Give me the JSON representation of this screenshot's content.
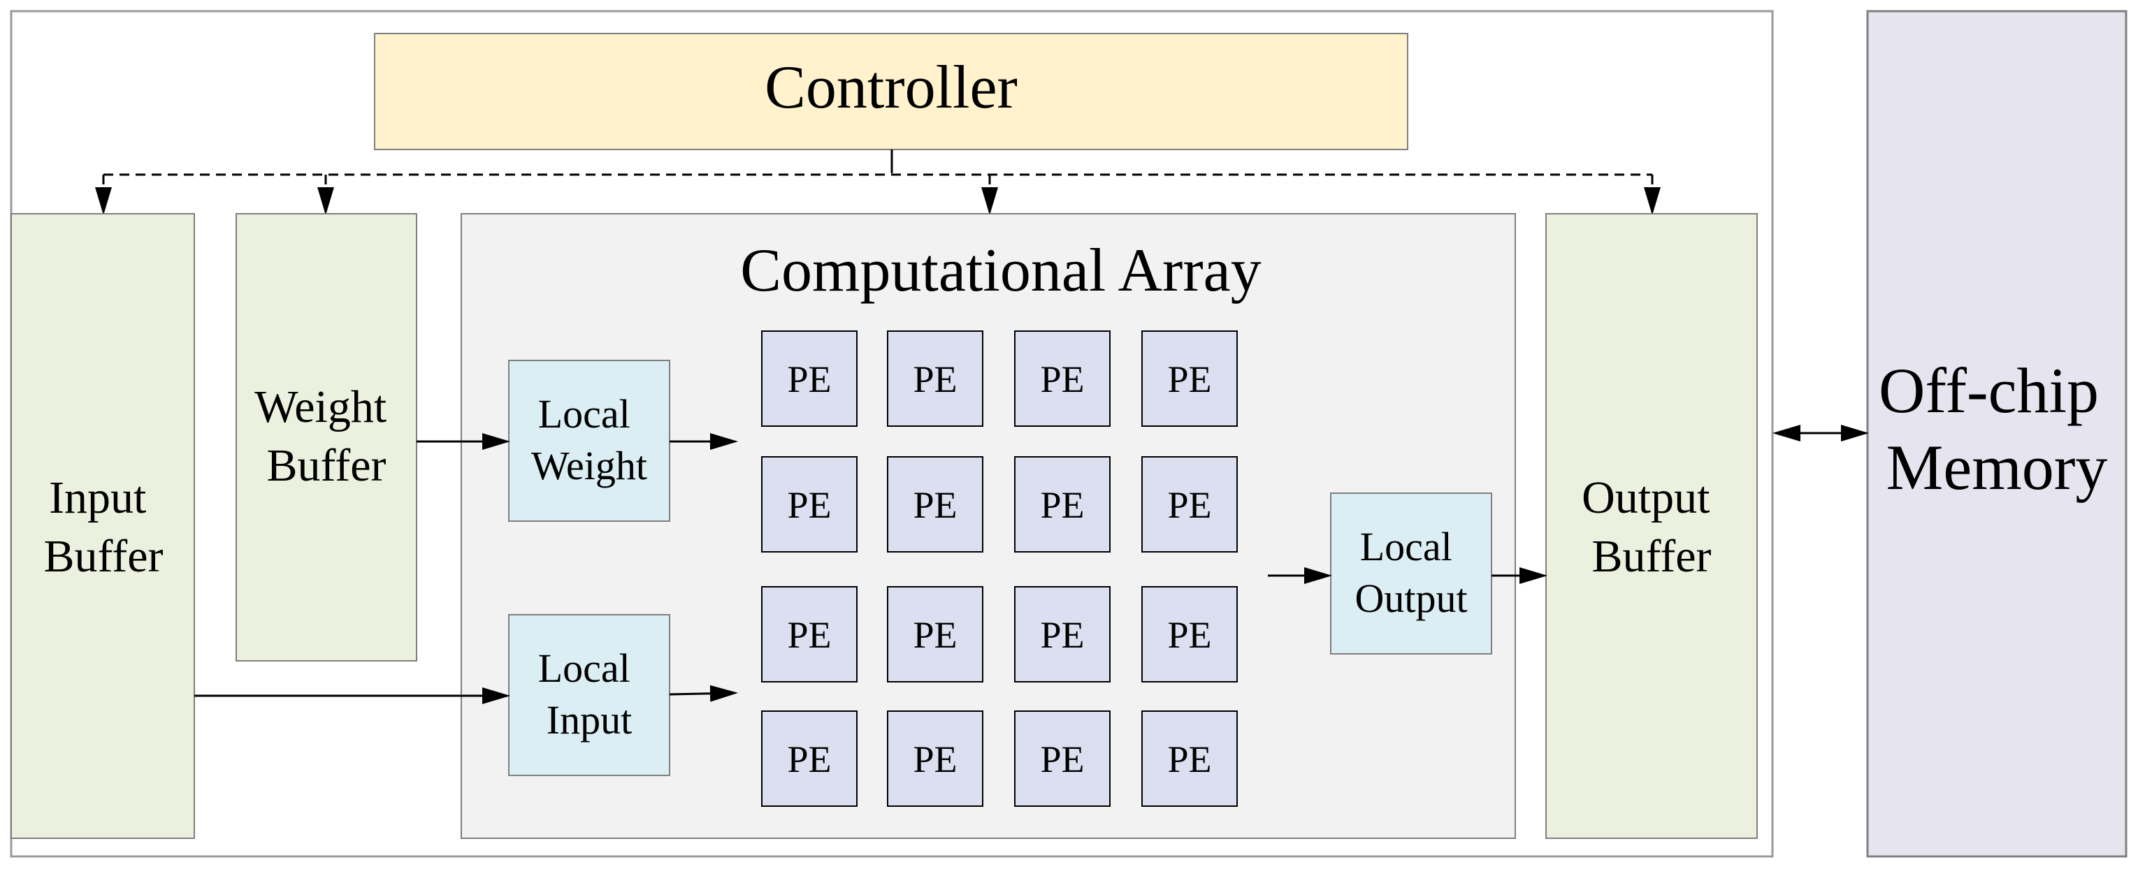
{
  "diagram": {
    "controller": {
      "label": "Controller"
    },
    "input_buffer": {
      "line1": "Input",
      "line2": "Buffer"
    },
    "weight_buffer": {
      "line1": "Weight",
      "line2": "Buffer"
    },
    "computational_array": {
      "title": "Computational Array"
    },
    "local_weight": {
      "line1": "Local",
      "line2": "Weight"
    },
    "local_input": {
      "line1": "Local",
      "line2": "Input"
    },
    "local_output": {
      "line1": "Local",
      "line2": "Output"
    },
    "output_buffer": {
      "line1": "Output",
      "line2": "Buffer"
    },
    "off_chip_memory": {
      "line1": "Off-chip",
      "line2": "Memory"
    },
    "pe_label": "PE",
    "pe_grid": {
      "rows": 4,
      "cols": 4
    }
  },
  "colors": {
    "controller_fill": "#FFF2CC",
    "buffer_fill": "#EBF1DE",
    "array_fill": "#F2F2F2",
    "local_fill": "#DAEEF3",
    "pe_fill": "#DCDFF0",
    "memory_fill": "#E6E4EE",
    "stroke": "#7F7F7F"
  }
}
